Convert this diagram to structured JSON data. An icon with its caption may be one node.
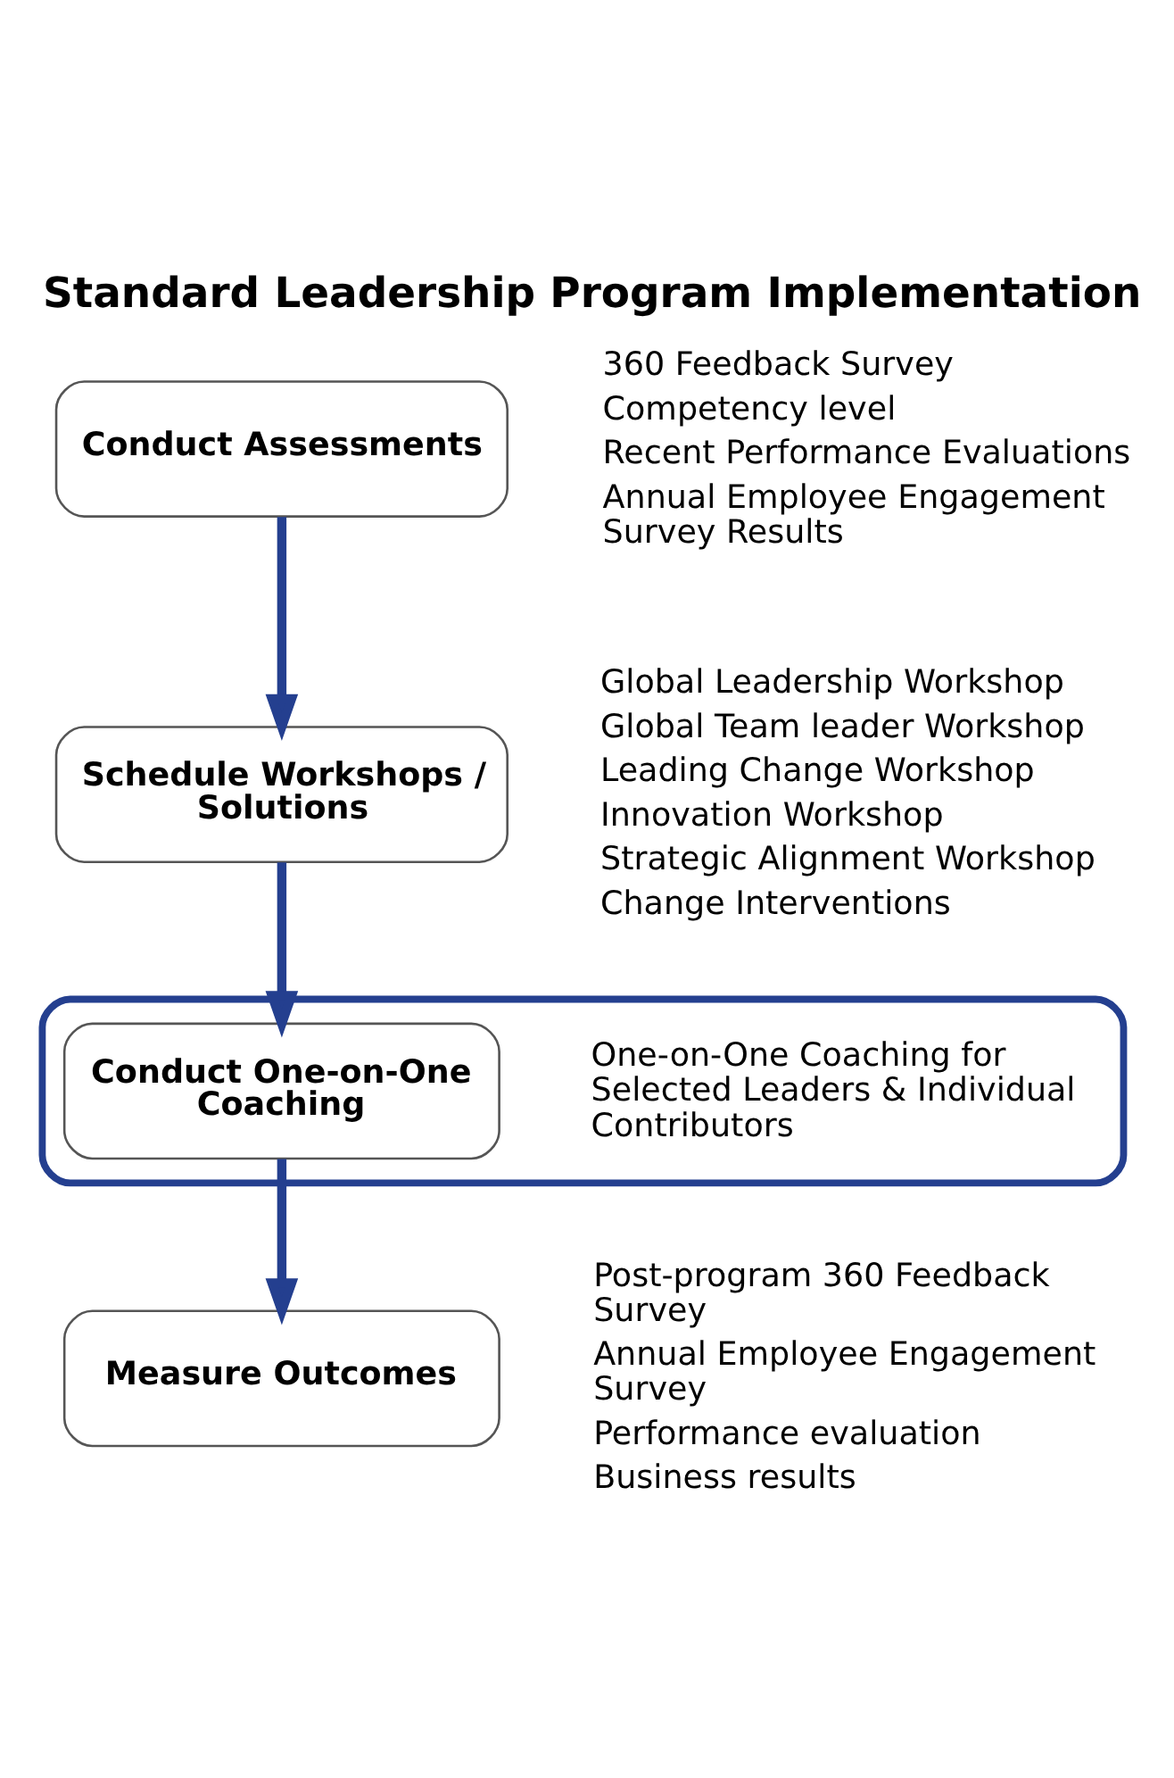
{
  "diagram": {
    "title": "Standard Leadership Program Implementation",
    "nodes": [
      {
        "text": [
          "Conduct Assessments"
        ],
        "beside": [
          "360 Feedback Survey",
          "Competency level",
          "Recent Performance Evaluations",
          "Annual Employee Engagement Survey Results"
        ]
      },
      {
        "text": [
          "Schedule Workshops / Solutions"
        ],
        "beside": [
          "Global Leadership Workshop",
          "Global Team leader Workshop",
          "Leading Change Workshop",
          "Innovation Workshop",
          "Strategic Alignment Workshop",
          "Change Interventions"
        ]
      },
      {
        "text": [],
        "shape": "box"
      },
      {
        "text": [
          "Conduct One-on-One Coaching"
        ],
        "in": 2,
        "beside": [
          "One-on-One Coaching for Selected Leaders & Individual Contributors"
        ]
      },
      {
        "text": [
          "Measure Outcomes"
        ],
        "beside": [
          "Post-program 360 Feedback Survey",
          "Annual Employee Engagement Survey",
          "Performance evaluation",
          "Business results"
        ]
      }
    ],
    "edges": [
      {
        "from": 0,
        "to": 1,
        "arrow": "to"
      },
      {
        "from": 1,
        "to": 3,
        "arrow": "to"
      },
      {
        "from": 3,
        "to": 4,
        "arrow": "to"
      }
    ]
  }
}
